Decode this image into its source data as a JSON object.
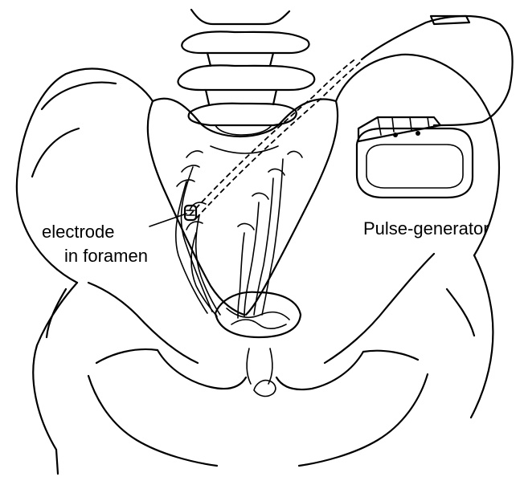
{
  "labels": {
    "electrode": [
      "electrode",
      "in foramen"
    ],
    "generator": "Pulse-generator"
  }
}
